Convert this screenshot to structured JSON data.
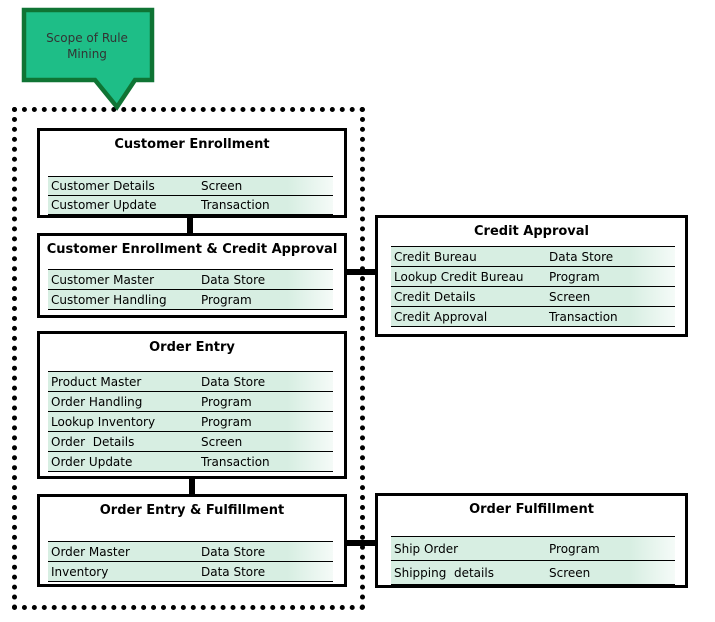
{
  "callout": {
    "label": "Scope of Rule Mining"
  },
  "colors": {
    "callout_fill": "#1EBE87",
    "callout_border": "#0F7434",
    "row_fill": "#D7EEE2",
    "line": "#000000"
  },
  "boxes": [
    {
      "title": "Customer Enrollment",
      "rows": [
        [
          "Customer Details",
          "Screen"
        ],
        [
          "Customer Update",
          "Transaction"
        ]
      ]
    },
    {
      "title": "Customer Enrollment & Credit Approval",
      "rows": [
        [
          "Customer Master",
          "Data Store"
        ],
        [
          "Customer Handling",
          "Program"
        ]
      ]
    },
    {
      "title": "Order Entry",
      "rows": [
        [
          "Product Master",
          "Data Store"
        ],
        [
          "Order Handling",
          "Program"
        ],
        [
          "Lookup Inventory",
          "Program"
        ],
        [
          "Order  Details",
          "Screen"
        ],
        [
          "Order Update",
          "Transaction"
        ]
      ]
    },
    {
      "title": "Order Entry & Fulfillment",
      "rows": [
        [
          "Order Master",
          "Data Store"
        ],
        [
          "Inventory",
          "Data Store"
        ]
      ]
    },
    {
      "title": "Credit Approval",
      "rows": [
        [
          "Credit Bureau",
          "Data Store"
        ],
        [
          "Lookup Credit Bureau",
          "Program"
        ],
        [
          "Credit Details",
          "Screen"
        ],
        [
          "Credit Approval",
          "Transaction"
        ]
      ]
    },
    {
      "title": "Order Fulfillment",
      "rows": [
        [
          "Ship Order",
          "Program"
        ],
        [
          "Shipping  details",
          "Screen"
        ]
      ]
    }
  ]
}
